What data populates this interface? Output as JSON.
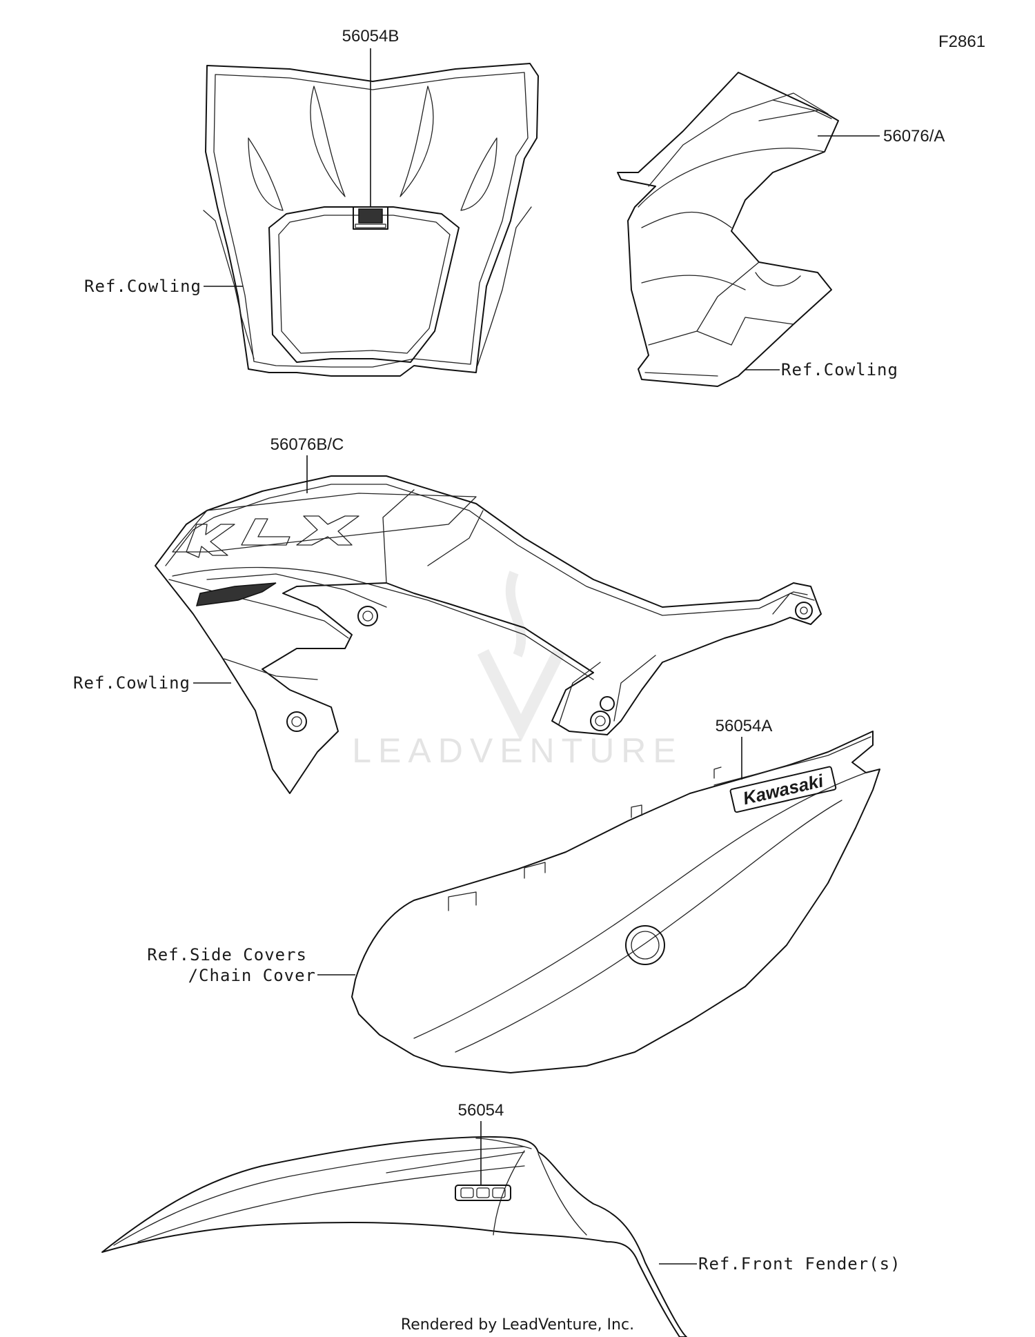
{
  "figure_code": "F2861",
  "callouts": {
    "headlight_decal": "56054B",
    "shroud_decal": "56076/A",
    "tank_decal": "56076B/C",
    "side_cover_decal": "56054A",
    "fender_decal": "56054"
  },
  "references": {
    "cowling_front": "Ref.Cowling",
    "cowling_shroud": "Ref.Cowling",
    "cowling_tank": "Ref.Cowling",
    "side_covers_line1": "Ref.Side Covers",
    "side_covers_line2": "/Chain Cover",
    "front_fender": "Ref.Front Fender(s)"
  },
  "decal_text": {
    "kawasaki_logo": "Kawasaki"
  },
  "watermark": "LEADVENTURE",
  "footer": "Rendered by LeadVenture, Inc."
}
